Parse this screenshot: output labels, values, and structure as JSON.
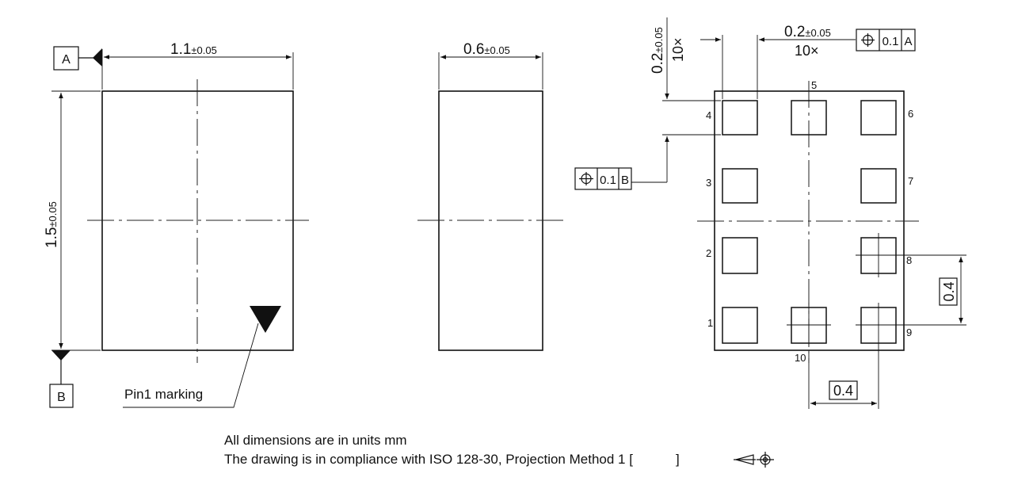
{
  "datum_a": "A",
  "datum_b": "B",
  "top_view": {
    "width_dim": "1.1",
    "width_tol": "±0.05",
    "height_dim": "1.5",
    "height_tol": "±0.05",
    "pin1_label": "Pin1 marking"
  },
  "side_view": {
    "thickness_dim": "0.6",
    "thickness_tol": "±0.05"
  },
  "bottom_view": {
    "pad_width_dim": "0.2",
    "pad_width_tol": "±0.05",
    "pad_width_count": "10×",
    "pad_height_dim": "0.2",
    "pad_height_tol": "±0.05",
    "pad_height_count": "10×",
    "pitch_vertical": "0.4",
    "pitch_horizontal": "0.4",
    "fcf_a_value": "0.1",
    "fcf_a_datum": "A",
    "fcf_b_value": "0.1",
    "fcf_b_datum": "B",
    "pins": [
      "1",
      "2",
      "3",
      "4",
      "5",
      "6",
      "7",
      "8",
      "9",
      "10"
    ]
  },
  "notes": {
    "line1": "All dimensions are in units mm",
    "line2_prefix": "The drawing is in compliance with ISO 128-30, Projection Method 1 [",
    "line2_suffix": "]"
  }
}
